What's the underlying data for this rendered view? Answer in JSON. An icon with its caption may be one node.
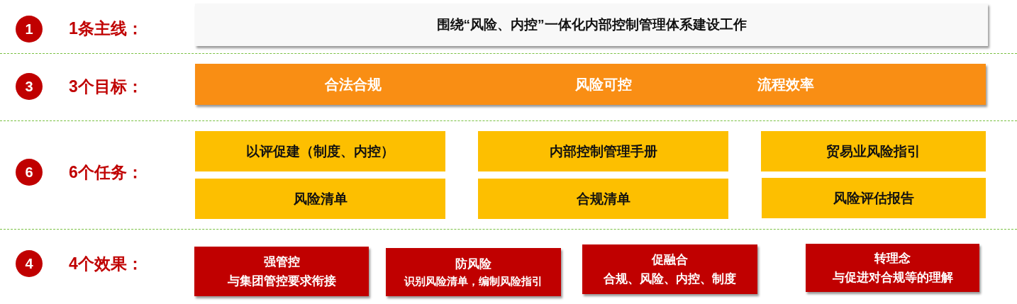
{
  "diagram": {
    "nodes": [
      {
        "text": [
          "1"
        ]
      },
      {
        "text": [
          "围绕“风险、内控”一体化内部控制管理体系建设工作"
        ]
      },
      {
        "text": [
          "3"
        ]
      },
      {
        "text": [
          "合法合规",
          "风险可控",
          "流程效率"
        ]
      },
      {
        "text": [
          "6"
        ]
      },
      {
        "text": [
          "以评促建（制度、内控）"
        ]
      },
      {
        "text": [
          "内部控制管理手册"
        ]
      },
      {
        "text": [
          "贸易业风险指引"
        ]
      },
      {
        "text": [
          "风险清单"
        ]
      },
      {
        "text": [
          "合规清单"
        ]
      },
      {
        "text": [
          "风险评估报告"
        ]
      },
      {
        "text": [
          "4"
        ]
      },
      {
        "text": [
          "强管控",
          "与集团管控要求衔接"
        ]
      },
      {
        "text": [
          "防风险",
          "识别风险清单，编制风险指引"
        ]
      },
      {
        "text": [
          "促融合",
          "合规、风险、内控、制度"
        ]
      },
      {
        "text": [
          "转理念",
          "与促进对合规等的理解"
        ]
      }
    ],
    "edges": [],
    "labels": [
      "1条主线：",
      "3个目标：",
      "6个任务：",
      "4个效果："
    ]
  }
}
